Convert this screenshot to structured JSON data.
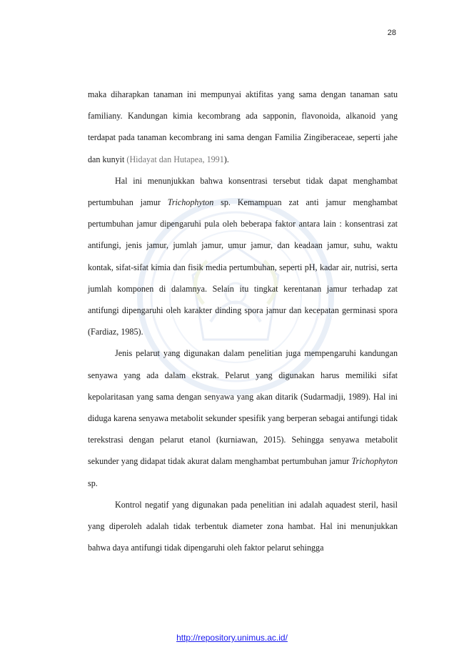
{
  "page": {
    "number": "28"
  },
  "paragraphs": {
    "p1": {
      "a": "maka diharapkan tanaman ini mempunyai aktifitas yang sama dengan tanaman satu familiany. Kandungan kimia kecombrang ada sapponin, flavonoida, alkanoid yang terdapat pada tanaman kecombrang ini sama dengan Familia Zingiberaceae, seperti jahe dan kunyit ",
      "cite": "(Hidayat dan Hutapea, 1991",
      "b": ")."
    },
    "p2": {
      "a": "Hal ini menunjukkan bahwa konsentrasi tersebut tidak dapat menghambat pertumbuhan jamur ",
      "i1": "Trichophyton",
      "b": " sp. Kemampuan zat anti jamur menghambat pertumbuhan jamur dipengaruhi pula oleh beberapa faktor antara lain : konsentrasi zat antifungi, jenis jamur, jumlah jamur, umur jamur, dan keadaan jamur, suhu, waktu kontak, sifat-sifat kimia dan fisik media pertumbuhan, seperti pH, kadar air, nutrisi, serta jumlah komponen di dalamnya. Selain itu tingkat kerentanan jamur terhadap zat antifungi dipengaruhi oleh karakter dinding spora jamur dan kecepatan germinasi spora (Fardiaz, 1985)."
    },
    "p3": {
      "a": "Jenis pelarut yang digunakan dalam penelitian juga mempengaruhi kandungan senyawa yang ada dalam ekstrak. Pelarut yang digunakan harus memiliki sifat kepolaritasan yang sama dengan senyawa yang akan ditarik (Sudarmadji, 1989). Hal ini diduga karena senyawa metabolit sekunder spesifik yang berperan sebagai antifungi tidak terekstrasi dengan pelarut etanol (kurniawan, 2015). Sehingga senyawa metabolit sekunder yang didapat tidak akurat dalam menghambat pertumbuhan jamur ",
      "i1": "Trichophyton",
      "b": " sp."
    },
    "p4": {
      "a": "Kontrol negatif yang digunakan pada penelitian ini adalah aquadest steril, hasil yang diperoleh adalah tidak terbentuk diameter zona hambat. Hal ini menunjukkan bahwa daya antifungi tidak dipengaruhi oleh faktor pelarut sehingga"
    }
  },
  "footer": {
    "link": "http://repository.unimus.ac.id/"
  },
  "colors": {
    "text": "#1a1a1a",
    "citation": "#777777",
    "link": "#1a1aee",
    "watermark": "#c9d6ea"
  }
}
